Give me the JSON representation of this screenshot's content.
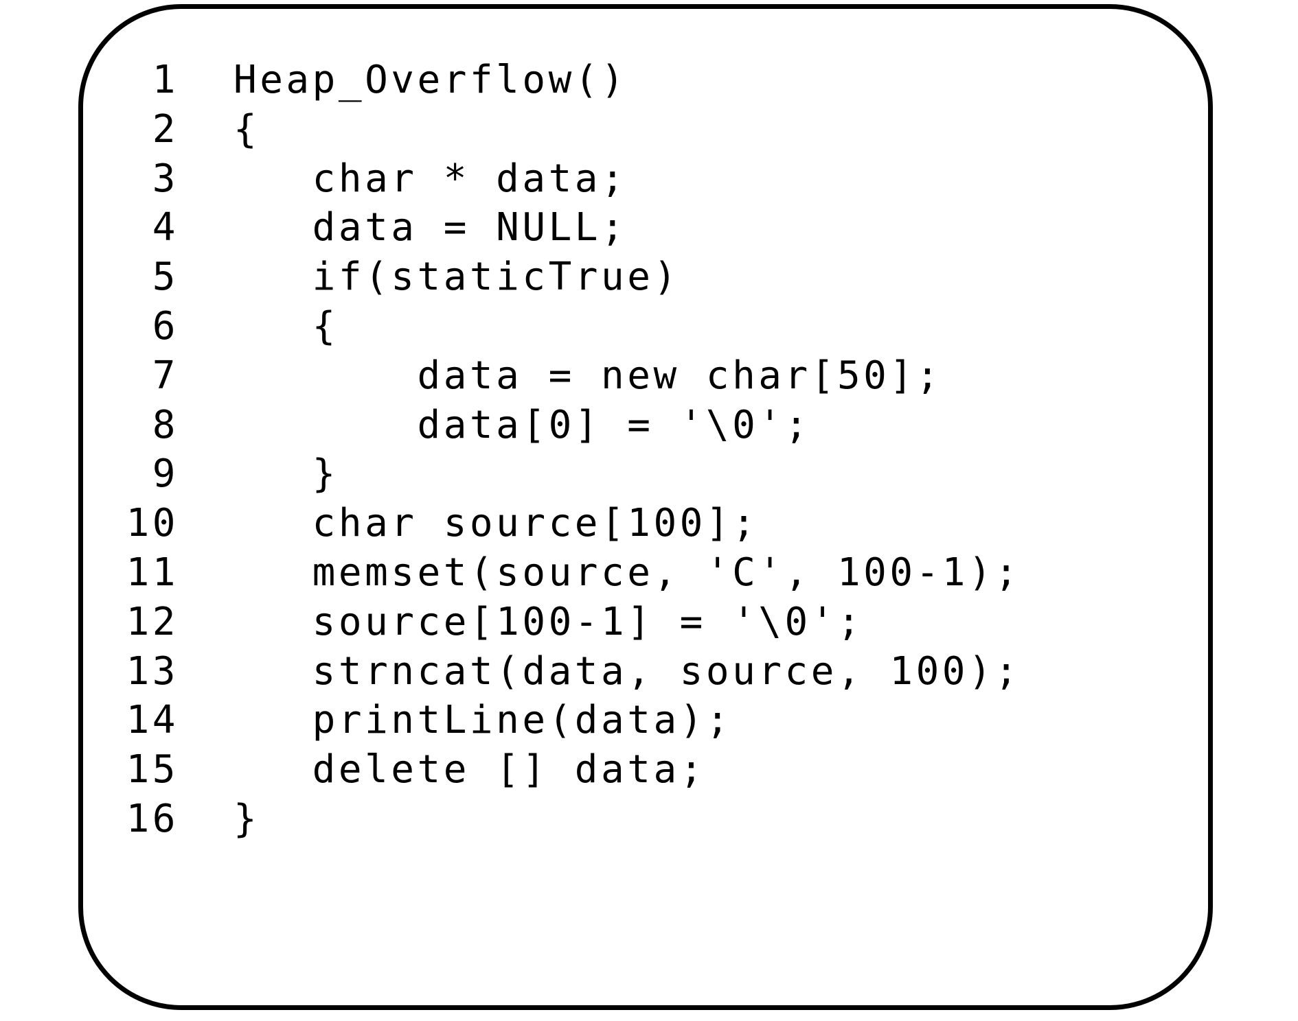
{
  "frame": {
    "background": "#ffffff",
    "border_color": "#000000"
  },
  "code_listing": {
    "language": "C++",
    "function_name": "Heap_Overflow",
    "lines": [
      {
        "num": "1",
        "code": "Heap_Overflow()"
      },
      {
        "num": "2",
        "code": "{"
      },
      {
        "num": "3",
        "code": "   char * data;"
      },
      {
        "num": "4",
        "code": "   data = NULL;"
      },
      {
        "num": "5",
        "code": "   if(staticTrue)"
      },
      {
        "num": "6",
        "code": "   {"
      },
      {
        "num": "7",
        "code": "       data = new char[50];"
      },
      {
        "num": "8",
        "code": "       data[0] = '\\0';"
      },
      {
        "num": "9",
        "code": "   }"
      },
      {
        "num": "10",
        "code": "   char source[100];"
      },
      {
        "num": "11",
        "code": "   memset(source, 'C', 100-1);"
      },
      {
        "num": "12",
        "code": "   source[100-1] = '\\0';"
      },
      {
        "num": "13",
        "code": "   strncat(data, source, 100);"
      },
      {
        "num": "14",
        "code": "   printLine(data);"
      },
      {
        "num": "15",
        "code": "   delete [] data;"
      },
      {
        "num": "16",
        "code": "}"
      }
    ]
  }
}
